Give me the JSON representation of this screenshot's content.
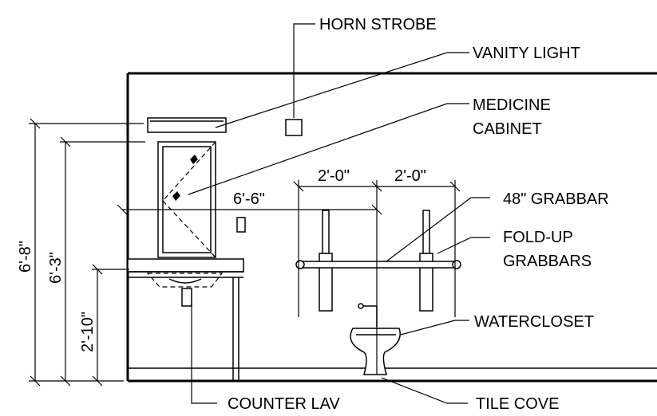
{
  "labels": {
    "horn_strobe": "HORN STROBE",
    "vanity_light": "VANITY LIGHT",
    "medicine_cabinet_line1": "MEDICINE",
    "medicine_cabinet_line2": "CABINET",
    "grabbar_48": "48\" GRABBAR",
    "foldup_line1": "FOLD-UP",
    "foldup_line2": "GRABBARS",
    "watercloset": "WATERCLOSET",
    "counter_lav": "COUNTER LAV",
    "tile_cove": "TILE COVE"
  },
  "dimensions": {
    "height_total": "6'-8\"",
    "height_mirror": "6'-3\"",
    "height_counter": "2'-10\"",
    "width_cl": "6'-6\"",
    "grabbar_left": "2'-0\"",
    "grabbar_right": "2'-0\""
  }
}
